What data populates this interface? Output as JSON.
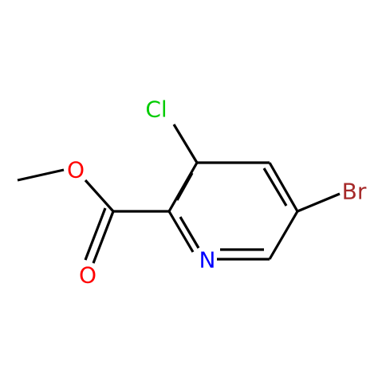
{
  "diagram": {
    "type": "chemical-structure",
    "atoms": {
      "cl": {
        "symbol": "Cl",
        "color": "#00cc00"
      },
      "br": {
        "symbol": "Br",
        "color": "#a62929"
      },
      "n": {
        "symbol": "N",
        "color": "#0000ff"
      },
      "o_ether": {
        "symbol": "O",
        "color": "#ff0000"
      },
      "o_carbonyl": {
        "symbol": "O",
        "color": "#ff0000"
      }
    },
    "bond_color": "#000000"
  }
}
